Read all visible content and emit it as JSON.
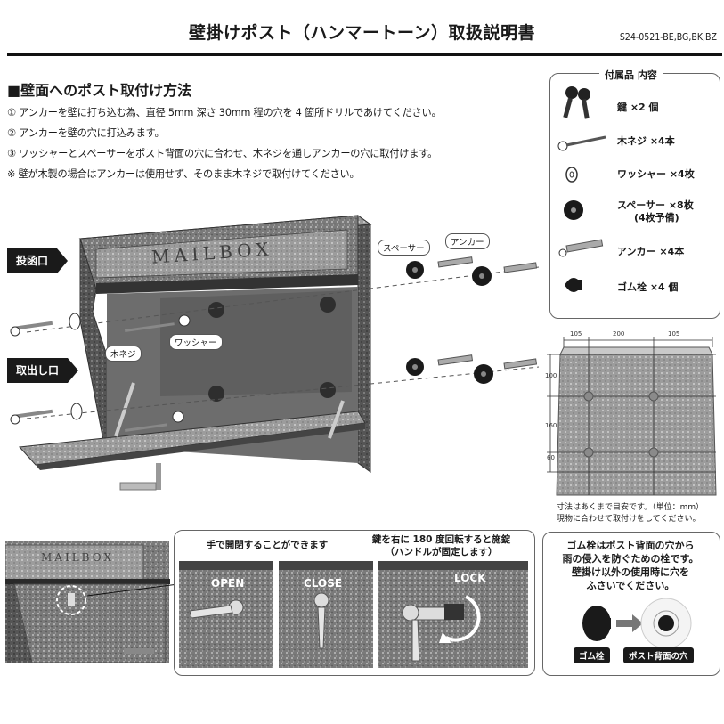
{
  "header": {
    "title": "壁掛けポスト（ハンマートーン）取扱説明書",
    "model": "S24-0521-BE,BG,BK,BZ"
  },
  "section": {
    "heading": "■壁面へのポスト取付け方法",
    "steps": [
      "① アンカーを壁に打ち込む為、直径 5mm 深さ 30mm 程の穴を 4 箇所ドリルであけてください。",
      "② アンカーを壁の穴に打込みます。",
      "③ ワッシャーとスペーサーをポスト背面の穴に合わせ、木ネジを通しアンカーの穴に取付けます。",
      "※ 壁が木製の場合はアンカーは使用せず、そのまま木ネジで取付けてください。"
    ]
  },
  "diagram": {
    "slot_tag": "投函口",
    "outlet_tag": "取出し口",
    "mailbox_text": "MAILBOX",
    "bubbles": {
      "spacer": "スペーサー",
      "anchor": "アンカー",
      "screw": "木ネジ",
      "washer": "ワッシャー"
    }
  },
  "accessories": {
    "title": "付属品 内容",
    "items": [
      {
        "icon": "key-icon",
        "label": "鍵 ×2 個"
      },
      {
        "icon": "wood-screw-icon",
        "label": "木ネジ ×4本"
      },
      {
        "icon": "washer-icon",
        "label": "ワッシャー ×4枚"
      },
      {
        "icon": "spacer-icon",
        "label": "スペーサー ×8枚",
        "sub": "(4枚予備)"
      },
      {
        "icon": "anchor-icon",
        "label": "アンカー ×4本"
      },
      {
        "icon": "rubber-plug-icon",
        "label": "ゴム栓 ×4 個"
      }
    ]
  },
  "dimensions": {
    "top": [
      "105",
      "200",
      "105"
    ],
    "side": [
      "100",
      "160",
      "60"
    ],
    "note_line1": "寸法はあくまで目安です。（単位：mm）",
    "note_line2": "現物に合わせて取付けをしてください。"
  },
  "lock": {
    "caption_hand": "手で開閉することができます",
    "caption_lock_line1": "鍵を右に 180 度回転すると施錠",
    "caption_lock_line2": "（ハンドルが固定します）",
    "open": "OPEN",
    "close": "CLOSE",
    "lock": "LOCK"
  },
  "plug_note": {
    "lines": [
      "ゴム栓はポスト背面の穴から",
      "雨の侵入を防ぐための栓です。",
      "壁掛け以外の使用時に穴を",
      "ふさいでください。"
    ],
    "rubber_plug": "ゴム栓",
    "back_hole": "ポスト背面の穴"
  }
}
